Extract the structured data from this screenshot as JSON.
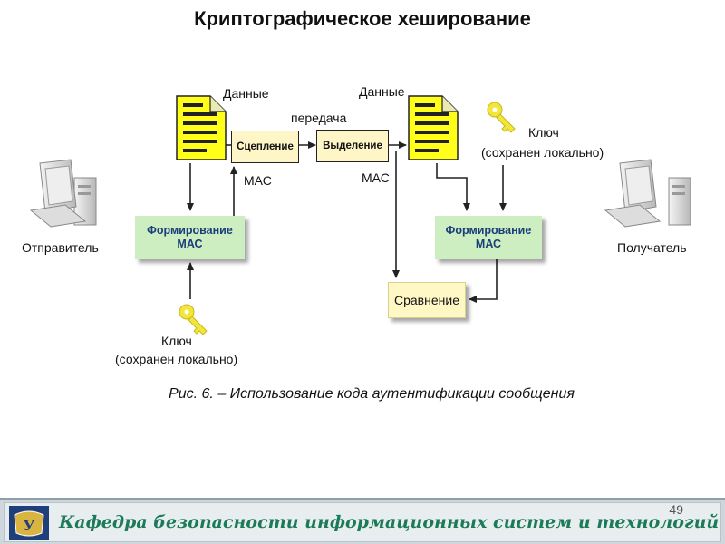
{
  "title": "Криптографическое хеширование",
  "diagram": {
    "sender": "Отправитель",
    "receiver": "Получатель",
    "data_left": "Данные",
    "data_right": "Данные",
    "transfer": "передача",
    "concat": "Сцепление",
    "extract": "Выделение",
    "mac_left": "МАС",
    "mac_right": "МАС",
    "form_mac_left": "Формирование МАС",
    "form_mac_right": "Формирование МАС",
    "compare": "Сравнение",
    "key_left_line1": "Ключ",
    "key_left_line2": "(сохранен локально)",
    "key_right_line1": "Ключ",
    "key_right_line2": "(сохранен локально)"
  },
  "caption": "Рис. 6. – Использование кода аутентификации сообщения",
  "footer": {
    "text": "Кафедра безопасности информационных систем и технологий",
    "logo_letter": "У"
  },
  "page_number": "49",
  "colors": {
    "document": "#ffff1a",
    "form_box": "#cdeec0",
    "form_text": "#1a3e7a",
    "footer_text": "#1c7a58",
    "key": "#f2e63a"
  }
}
